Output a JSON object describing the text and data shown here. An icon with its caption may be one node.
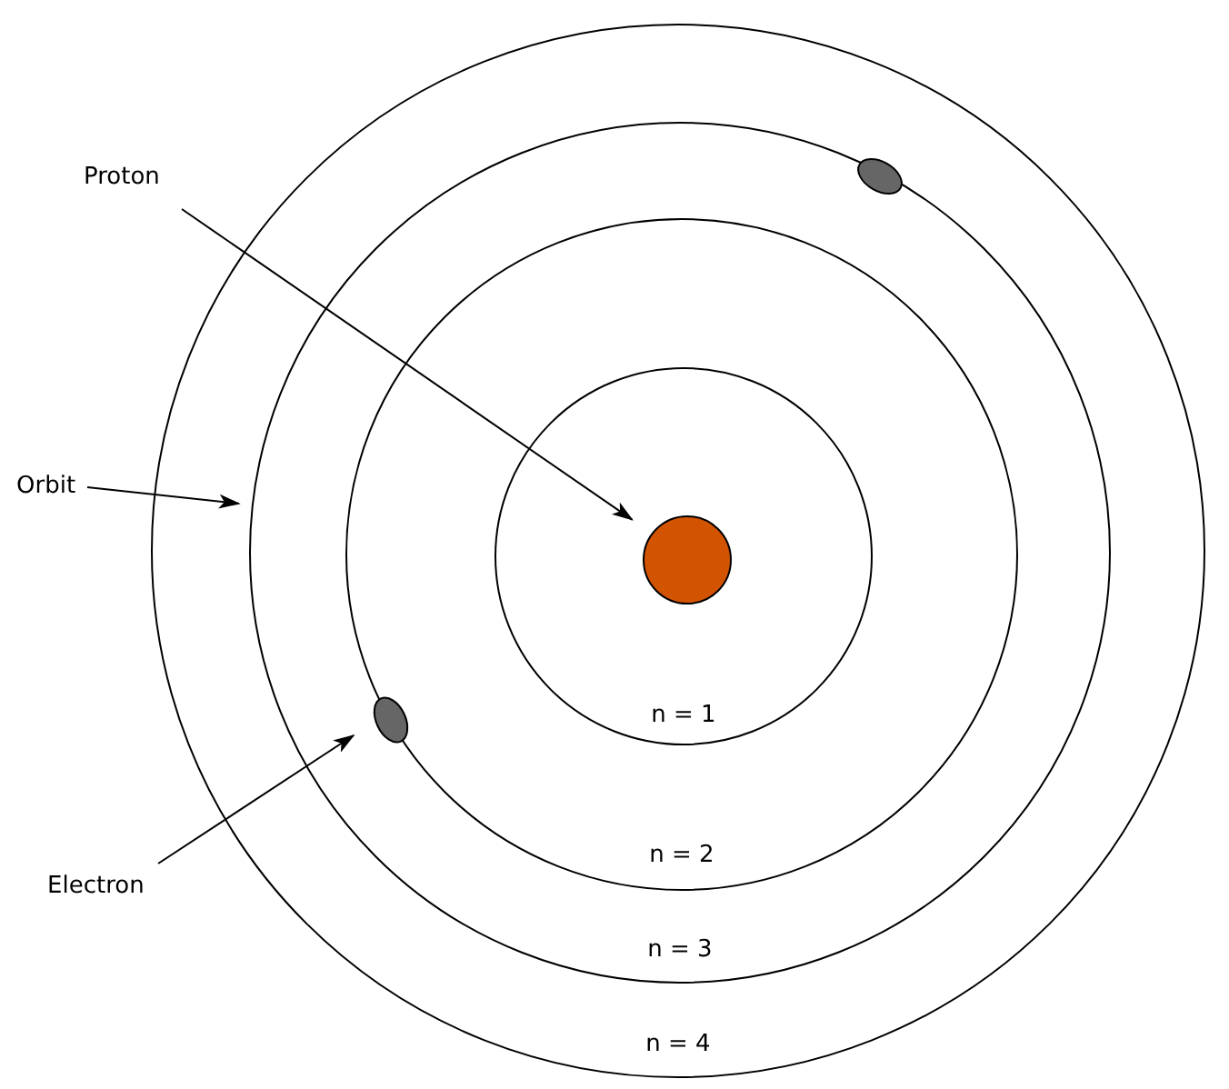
{
  "diagram": {
    "nodes": [
      {
        "text": [
          "Proton"
        ]
      },
      {
        "text": [
          "Orbit"
        ]
      },
      {
        "text": [
          "Electron"
        ]
      },
      {
        "text": [
          "n = 4"
        ]
      },
      {
        "text": [
          "n = 3"
        ],
        "in": 3
      },
      {
        "text": [
          "n = 2"
        ],
        "in": 4
      },
      {
        "text": [
          "n = 1"
        ],
        "in": 5
      },
      {
        "text": [],
        "shape": "circle",
        "in": 6
      },
      {
        "text": [],
        "shape": "ellipse",
        "in": 4
      },
      {
        "text": [],
        "shape": "ellipse",
        "in": 5
      }
    ],
    "edges": [
      {
        "from": 0,
        "to": 7,
        "arrow": "to"
      },
      {
        "from": 1,
        "to": 4,
        "arrow": "to"
      },
      {
        "from": 2,
        "to": 9,
        "arrow": "to"
      }
    ]
  }
}
